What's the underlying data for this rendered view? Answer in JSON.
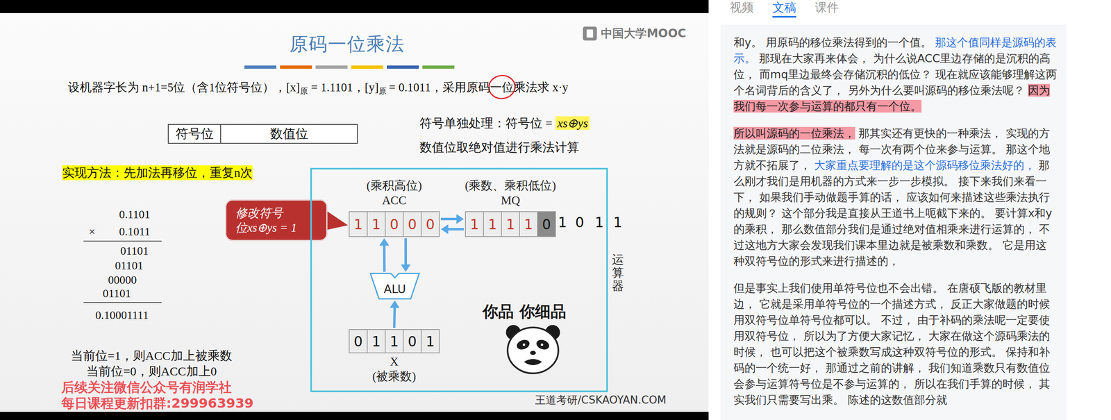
{
  "diagram": {
    "title": "原码一位乘法",
    "nodes": [
      {
        "text": [
          "符号位"
        ]
      },
      {
        "text": [
          "数值位"
        ]
      },
      {
        "text": [
          "修改符号 位xs⊕ys = 1"
        ]
      },
      {
        "text": [
          "运算器"
        ]
      },
      {
        "text": [
          "(乘积高位)",
          "ACC",
          "1",
          "1",
          "0",
          "0",
          "0"
        ],
        "in": 3
      },
      {
        "text": [
          "(乘数、乘积低位)",
          "MQ",
          "1",
          "1",
          "1",
          "1",
          "0"
        ],
        "in": 3
      },
      {
        "text": [
          "ALU"
        ],
        "in": 3
      },
      {
        "text": [
          "0",
          "1",
          "1",
          "0",
          "1",
          "X",
          "(被乘数)"
        ],
        "in": 3
      }
    ],
    "edges": [
      {
        "from": 4,
        "to": 5,
        "arrow": "to"
      },
      {
        "from": 5,
        "to": 4,
        "arrow": "to"
      },
      {
        "from": 6,
        "to": 4,
        "arrow": "to"
      },
      {
        "from": 4,
        "to": 6,
        "arrow": "to"
      },
      {
        "from": 7,
        "to": 6,
        "arrow": "to"
      },
      {
        "from": 2,
        "to": 4,
        "arrow": "to"
      }
    ],
    "labels": [
      "中国大学MOOC",
      "设机器字长为 n+1=5位（含1位符号位），[x]",
      "原",
      "= 1.1101，[y]",
      "原",
      "= 0.1011，采用原码一位乘法求 x·y",
      "符号单独处理：符号位 =",
      "xs⊕ys",
      "数值位取绝对值进行乘法计算",
      "实现方法：先加法再移位，重复n次",
      "0.1101",
      "×",
      "0.1011",
      "01101",
      "01101",
      "00000",
      "01101",
      "0.10001111",
      "当前位=1，则ACC加上被乘数",
      "当前位=0，则ACC加上0",
      "1",
      "0",
      "1",
      "1",
      "你品 你细品",
      "后续关注微信公众号有润学社",
      "每日课程更新扣群:299963939",
      "王道考研/CSKAOYAN.COM",
      "视频",
      "文稿",
      "课件",
      "和y。 用原码的移位乘法得到的一个值。",
      "那这个值同样是源码的表示。",
      "那现在大家再来体会， 为什么说ACC里边存储的是沉积的高位， 而mq里边最终会存储沉积的低位？ 现在就应该能够理解这两个名词背后的含义了， 另外为什么要叫源码的移位乘法呢？",
      "因为我们每一次参与运算的都只有一个位。",
      "所以叫源码的一位乘法，",
      "那其实还有更快的一种乘法， 实现的方法就是源码的二位乘法， 每一次有两个位来参与运算。 那这个地方就不拓展了，",
      "大家重点要理解的是这个源码移位乘法好的，",
      "那么刚才我们是用机器的方式来一步一步模拟。 接下来我们来看一下， 如果我们手动做题手算的话， 应该如何来描述这些乘法执行的规则？ 这个部分我是直接从王道书上呃截下来的。 要计算x和y的乘积， 那么数值部分我们是通过绝对值相乘来进行运算的， 不过这地方大家会发现我们课本里边就是被乘数和乘数。 它是用这种双符号位的形式来进行描述的，",
      "但是事实上我们使用单符号位也不会出错。 在唐硕飞版的教材里边， 它就是采用单符号位的一个描述方式， 反正大家做题的时候用双符号位单符号位都可以。 不过， 由于补码的乘法呢一定要使用双符号位， 所以为了方便大家记忆， 大家在做这个源码乘法的时候， 也可以把这个被乘数写成这种双符号位的形式。 保持和补码的一个统一好， 那通过之前的讲解， 我们知道乘数只有数值位会参与运算符号位是不参与运算的， 所以在我们手算的时候， 其实我们只需要写出乘。 陈述的这数值部分就"
    ]
  }
}
